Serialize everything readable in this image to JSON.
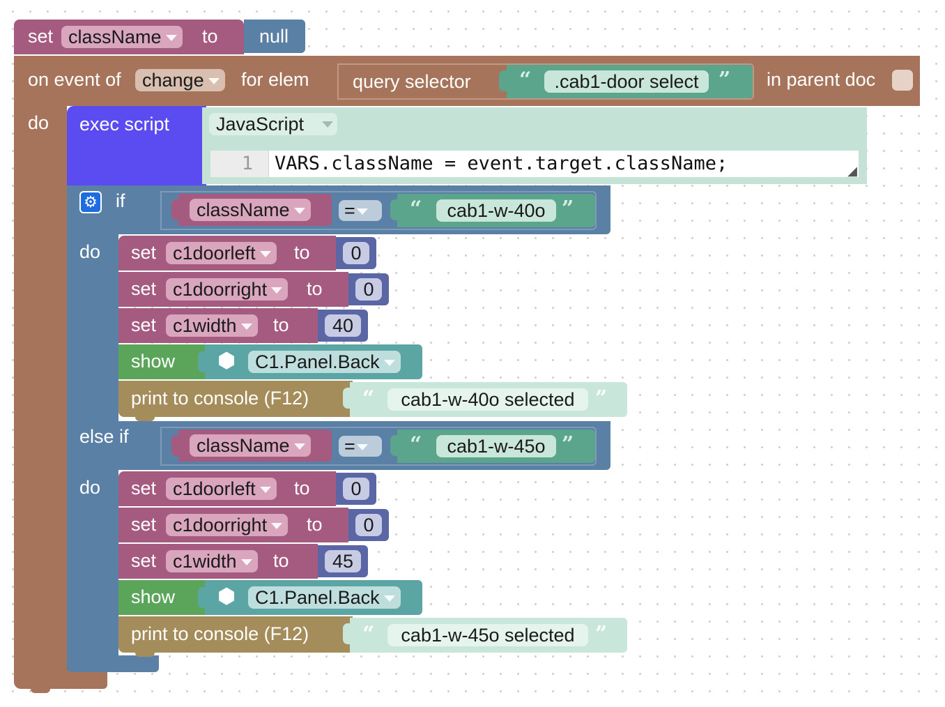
{
  "colors": {
    "variables": "#A55B80",
    "variable_field": "#D9A6BE",
    "logic": "#5B80A5",
    "logic_light": "#BDCCDB",
    "math": "#5B67A5",
    "math_field": "#C7CCE4",
    "text": "#5BA58C",
    "text_field": "#C9E6DA",
    "events": "#A5745B",
    "events_field": "#D9BFAF",
    "exec": "#5A4CF0",
    "script_bg": "#C4E3D6",
    "ui": "#5BA5A5",
    "ui_field": "#BEDEDE",
    "show": "#5BA55B",
    "console": "#A58C5B",
    "console_text_bg": "#C9E6DA"
  },
  "top_set": {
    "set": "set",
    "var": "className",
    "to": "to",
    "value": "null"
  },
  "event": {
    "on_event_of": "on event of",
    "event_name": "change",
    "for_elem": "for elem",
    "query_selector": "query selector",
    "selector": ".cab1-door select",
    "in_parent_doc": "in parent doc",
    "do": "do"
  },
  "exec": {
    "label": "exec script",
    "language": "JavaScript",
    "line_number": "1",
    "code": "VARS.className = event.target.className;"
  },
  "branches": [
    {
      "keyword": "if",
      "do": "do",
      "var": "className",
      "op": "=",
      "compare": "cab1-w-40o",
      "sets": [
        {
          "set": "set",
          "var": "c1doorleft",
          "to": "to",
          "value": "0"
        },
        {
          "set": "set",
          "var": "c1doorright",
          "to": "to",
          "value": "0"
        },
        {
          "set": "set",
          "var": "c1width",
          "to": "to",
          "value": "40"
        }
      ],
      "show": {
        "label": "show",
        "panel": "C1.Panel.Back"
      },
      "print": {
        "label": "print to console (F12)",
        "text": "cab1-w-40o selected"
      }
    },
    {
      "keyword": "else if",
      "do": "do",
      "var": "className",
      "op": "=",
      "compare": "cab1-w-45o",
      "sets": [
        {
          "set": "set",
          "var": "c1doorleft",
          "to": "to",
          "value": "0"
        },
        {
          "set": "set",
          "var": "c1doorright",
          "to": "to",
          "value": "0"
        },
        {
          "set": "set",
          "var": "c1width",
          "to": "to",
          "value": "45"
        }
      ],
      "show": {
        "label": "show",
        "panel": "C1.Panel.Back"
      },
      "print": {
        "label": "print to console (F12)",
        "text": "cab1-w-45o selected"
      }
    }
  ]
}
